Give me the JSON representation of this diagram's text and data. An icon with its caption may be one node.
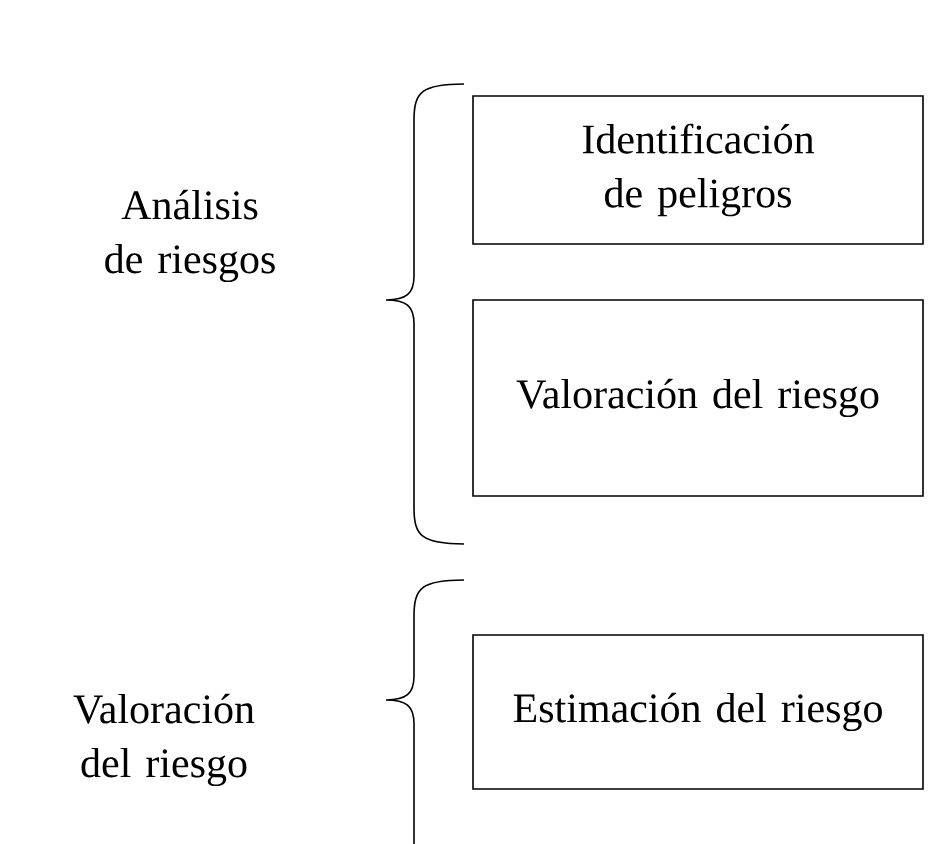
{
  "diagram": {
    "nodes": [
      {
        "text": [
          "Análisis de riesgos"
        ]
      },
      {
        "text": [
          "Identificación de peligros"
        ]
      },
      {
        "text": [
          "Valoración del riesgo"
        ]
      },
      {
        "text": [
          "Valoración del riesgo"
        ]
      },
      {
        "text": [
          "Estimación del riesgo"
        ]
      }
    ]
  }
}
